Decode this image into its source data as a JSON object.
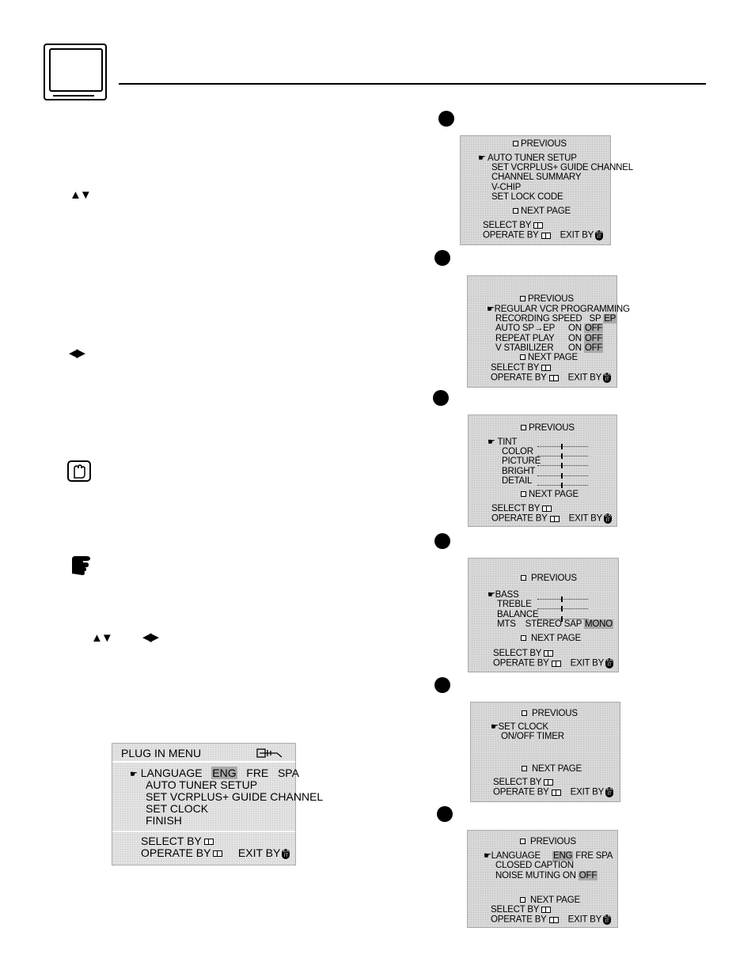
{
  "arrows": {
    "up_down": "▲▼",
    "left_right": "◀▶",
    "up_down_2": "▲▼",
    "left_right_2": "◀▶"
  },
  "osd_common": {
    "previous": "PREVIOUS",
    "next_page": "NEXT PAGE",
    "select_by": "SELECT   BY",
    "operate_by": "OPERATE BY",
    "exit_by": "EXIT BY"
  },
  "menu1": {
    "items": [
      "AUTO TUNER SETUP",
      "SET VCRPLUS+ GUIDE CHANNEL",
      "CHANNEL SUMMARY",
      "V-CHIP",
      "SET LOCK CODE"
    ]
  },
  "menu2": {
    "item1": "REGULAR VCR PROGRAMMING",
    "item2": "RECORDING SPEED",
    "item2_opt1": "SP",
    "item2_opt2": "EP",
    "item3": "AUTO SP→EP",
    "item4": "REPEAT PLAY",
    "item5": "V STABILIZER",
    "on": "ON",
    "off": "OFF"
  },
  "menu3": {
    "items": [
      "TINT",
      "COLOR",
      "PICTURE",
      "BRIGHT",
      "DETAIL"
    ]
  },
  "menu4": {
    "items": [
      "BASS",
      "TREBLE",
      "BALANCE"
    ],
    "mts_label": "MTS",
    "mts_options": "STEREO SAP",
    "mts_selected": "MONO"
  },
  "menu5": {
    "items": [
      "SET CLOCK",
      "ON/OFF TIMER"
    ]
  },
  "menu6": {
    "language": "LANGUAGE",
    "lang_selected": "ENG",
    "lang_other": "FRE SPA",
    "closed_caption": "CLOSED CAPTION",
    "noise_muting": "NOISE MUTING ON",
    "noise_selected": "OFF"
  },
  "plug_menu": {
    "title": "PLUG IN MENU",
    "language": "LANGUAGE",
    "lang_eng": "ENG",
    "lang_fre": "FRE",
    "lang_spa": "SPA",
    "items": [
      "AUTO TUNER SETUP",
      "SET VCRPLUS+ GUIDE CHANNEL",
      "SET CLOCK",
      "FINISH"
    ],
    "select_by": "SELECT   BY",
    "operate_by": "OPERATE BY",
    "exit_by": "EXIT BY"
  },
  "colors": {
    "osd_bg": "#d8d8d8",
    "highlight": "#a9a9a9"
  }
}
